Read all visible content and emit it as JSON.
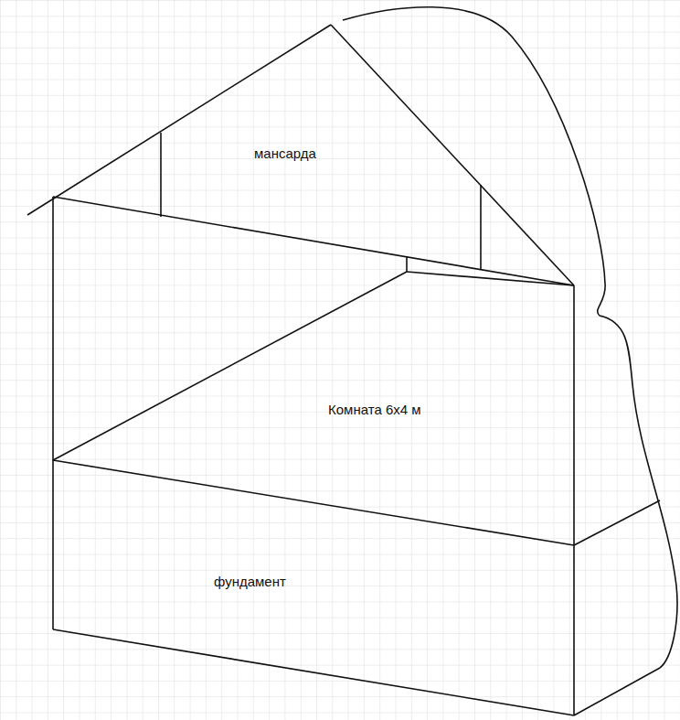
{
  "diagram": {
    "labels": [
      "мансарда",
      "Комната 6x4 м",
      "фундамент"
    ]
  }
}
